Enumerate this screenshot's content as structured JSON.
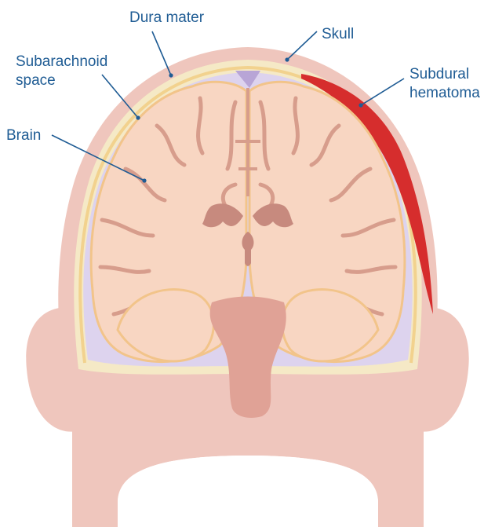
{
  "labels": {
    "dura_mater": "Dura mater",
    "skull": "Skull",
    "subarachnoid_line1": "Subarachnoid",
    "subarachnoid_line2": "space",
    "subdural_line1": "Subdural",
    "subdural_line2": "hematoma",
    "brain": "Brain"
  },
  "colors": {
    "label": "#1f5c94",
    "skin": "#efc6bd",
    "skin_dark": "#e6b3a8",
    "skull": "#f5e9c6",
    "dura": "#f2d28e",
    "subarachnoid": "#ddd3ee",
    "brain": "#f8d6c2",
    "sulcus": "#d79d8c",
    "ventricle": "#c78a7e",
    "hematoma": "#d62d2d",
    "brainstem": "#e0a296"
  }
}
